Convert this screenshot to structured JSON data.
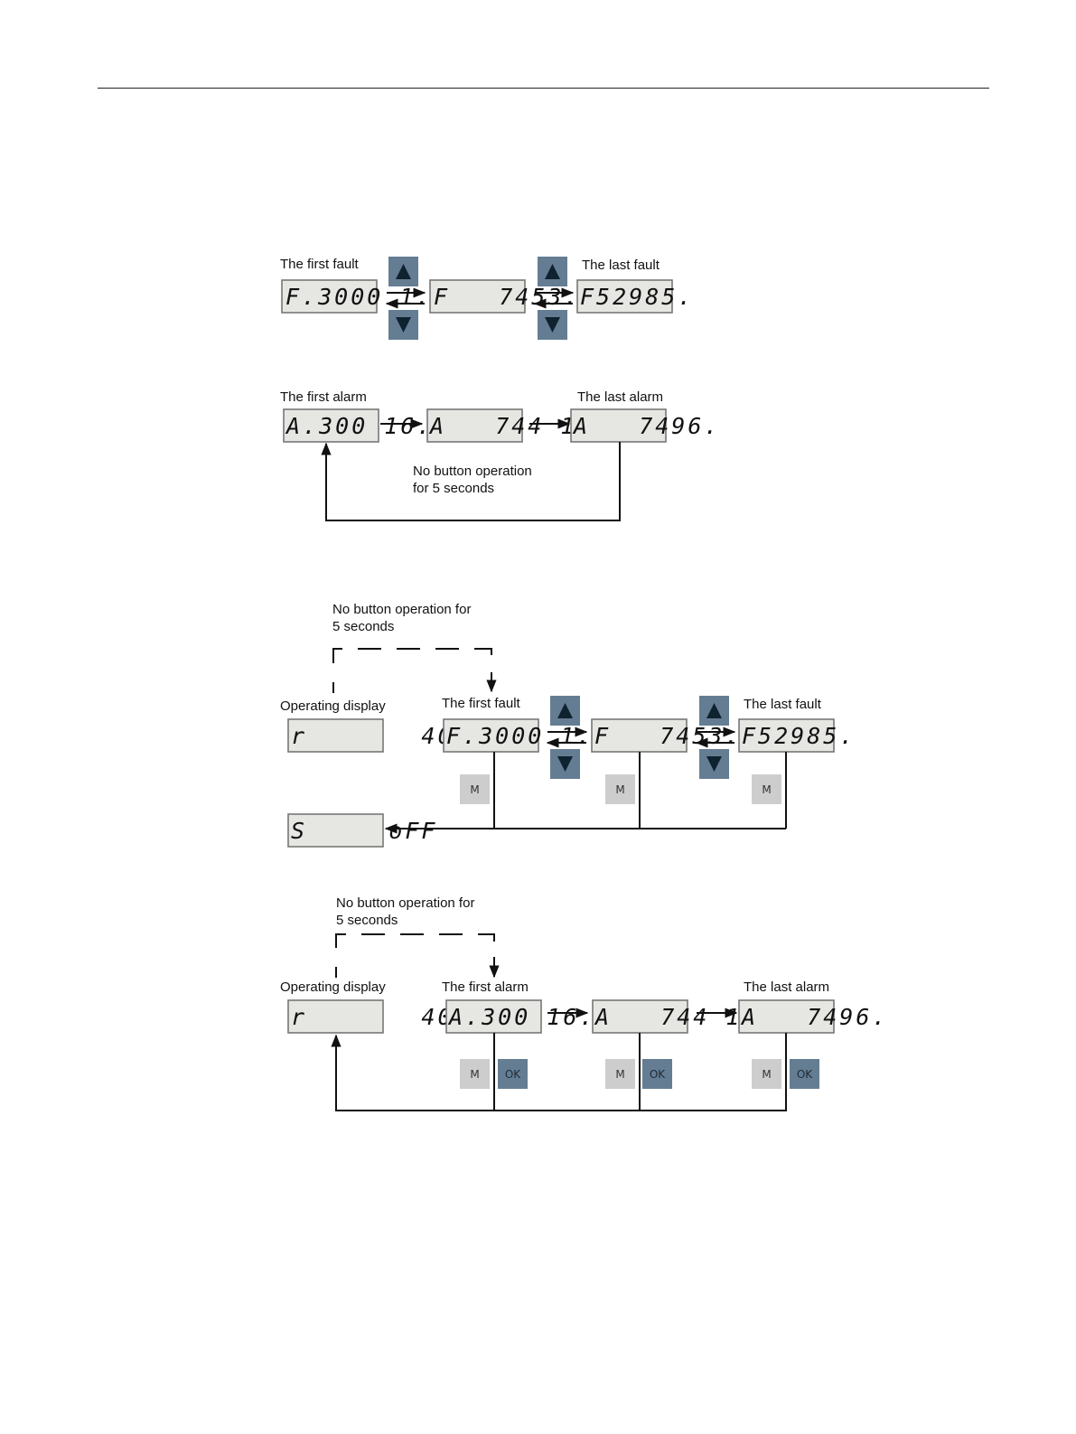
{
  "labels": {
    "first_fault": "The first fault",
    "last_fault": "The last fault",
    "first_alarm": "The first alarm",
    "last_alarm": "The last alarm",
    "no_button_5s_line1": "No button operation",
    "no_button_5s_line2": "for 5 seconds",
    "no_button_for_line1": "No button operation for",
    "no_button_for_line2": "5 seconds",
    "operating_display": "Operating display"
  },
  "displays": {
    "fault_first": "F.3000 1.",
    "fault_mid": "F   7453.",
    "fault_last": "F52985.",
    "alarm_first": "A.300 16.",
    "alarm_mid": "A   744 1.",
    "alarm_last": "A   7496.",
    "operating": "r       40",
    "s_off": "S     oFF"
  },
  "keys": {
    "m": "M",
    "ok": "OK"
  }
}
